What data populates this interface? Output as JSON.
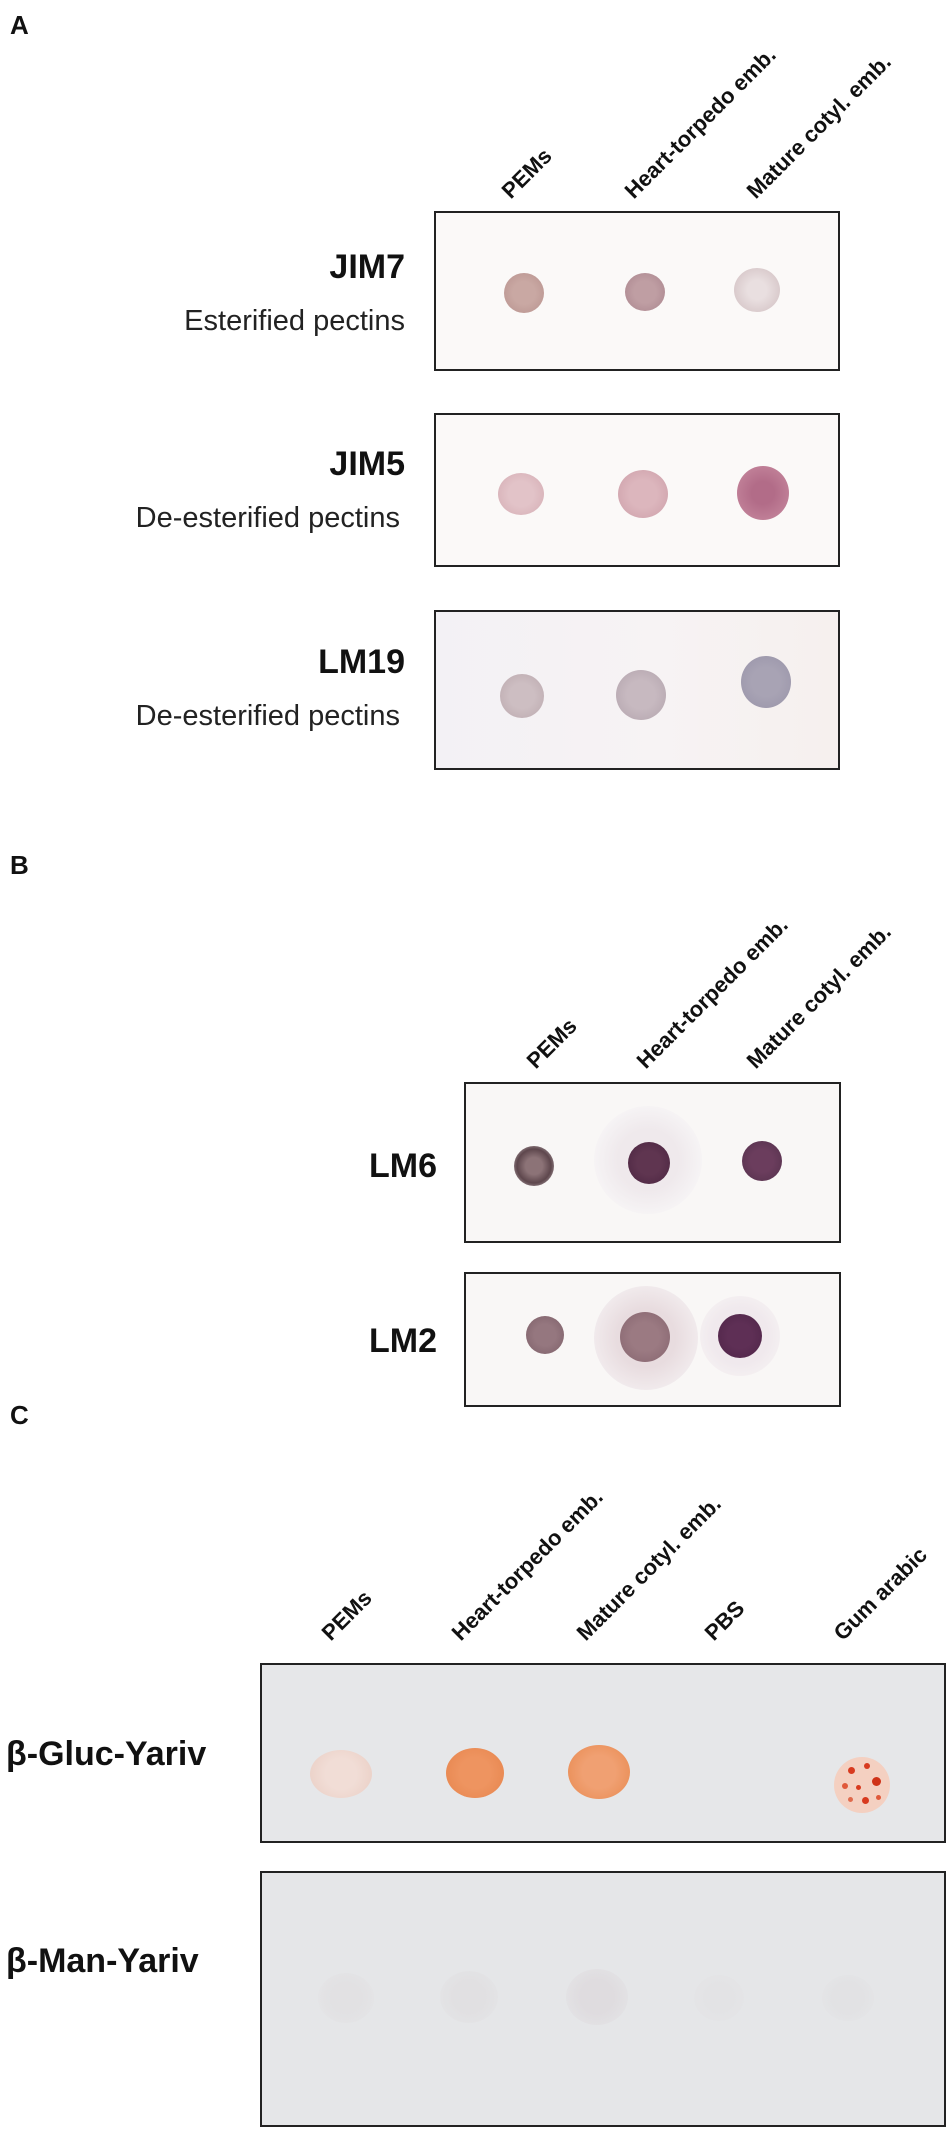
{
  "panelA": {
    "letter": "A",
    "columns": [
      "PEMs",
      "Heart-torpedo emb.",
      "Mature cotyl. emb."
    ],
    "rows": [
      {
        "name": "JIM7",
        "desc": "Esterified pectins"
      },
      {
        "name": "JIM5",
        "desc": "De-esterified pectins"
      },
      {
        "name": "LM19",
        "desc": "De-esterified pectins"
      }
    ]
  },
  "panelB": {
    "letter": "B",
    "columns": [
      "PEMs",
      "Heart-torpedo emb.",
      "Mature cotyl. emb."
    ],
    "rows": [
      {
        "name": "LM6"
      },
      {
        "name": "LM2"
      }
    ]
  },
  "panelC": {
    "letter": "C",
    "columns": [
      "PEMs",
      "Heart-torpedo emb.",
      "Mature cotyl. emb.",
      "PBS",
      "Gum arabic"
    ],
    "rows": [
      {
        "name": "β-Gluc-Yariv"
      },
      {
        "name": "β-Man-Yariv"
      }
    ]
  },
  "colors": {
    "membrane_white": "#faf7f5",
    "membrane_grey": "#e6e7e9",
    "dot_light_pink": "#dcb9bc",
    "dot_mauve": "#b58a93",
    "dot_purple": "#5a2f50",
    "dot_orange": "#e8894f",
    "dot_red_speckle": "#d83a1f"
  }
}
